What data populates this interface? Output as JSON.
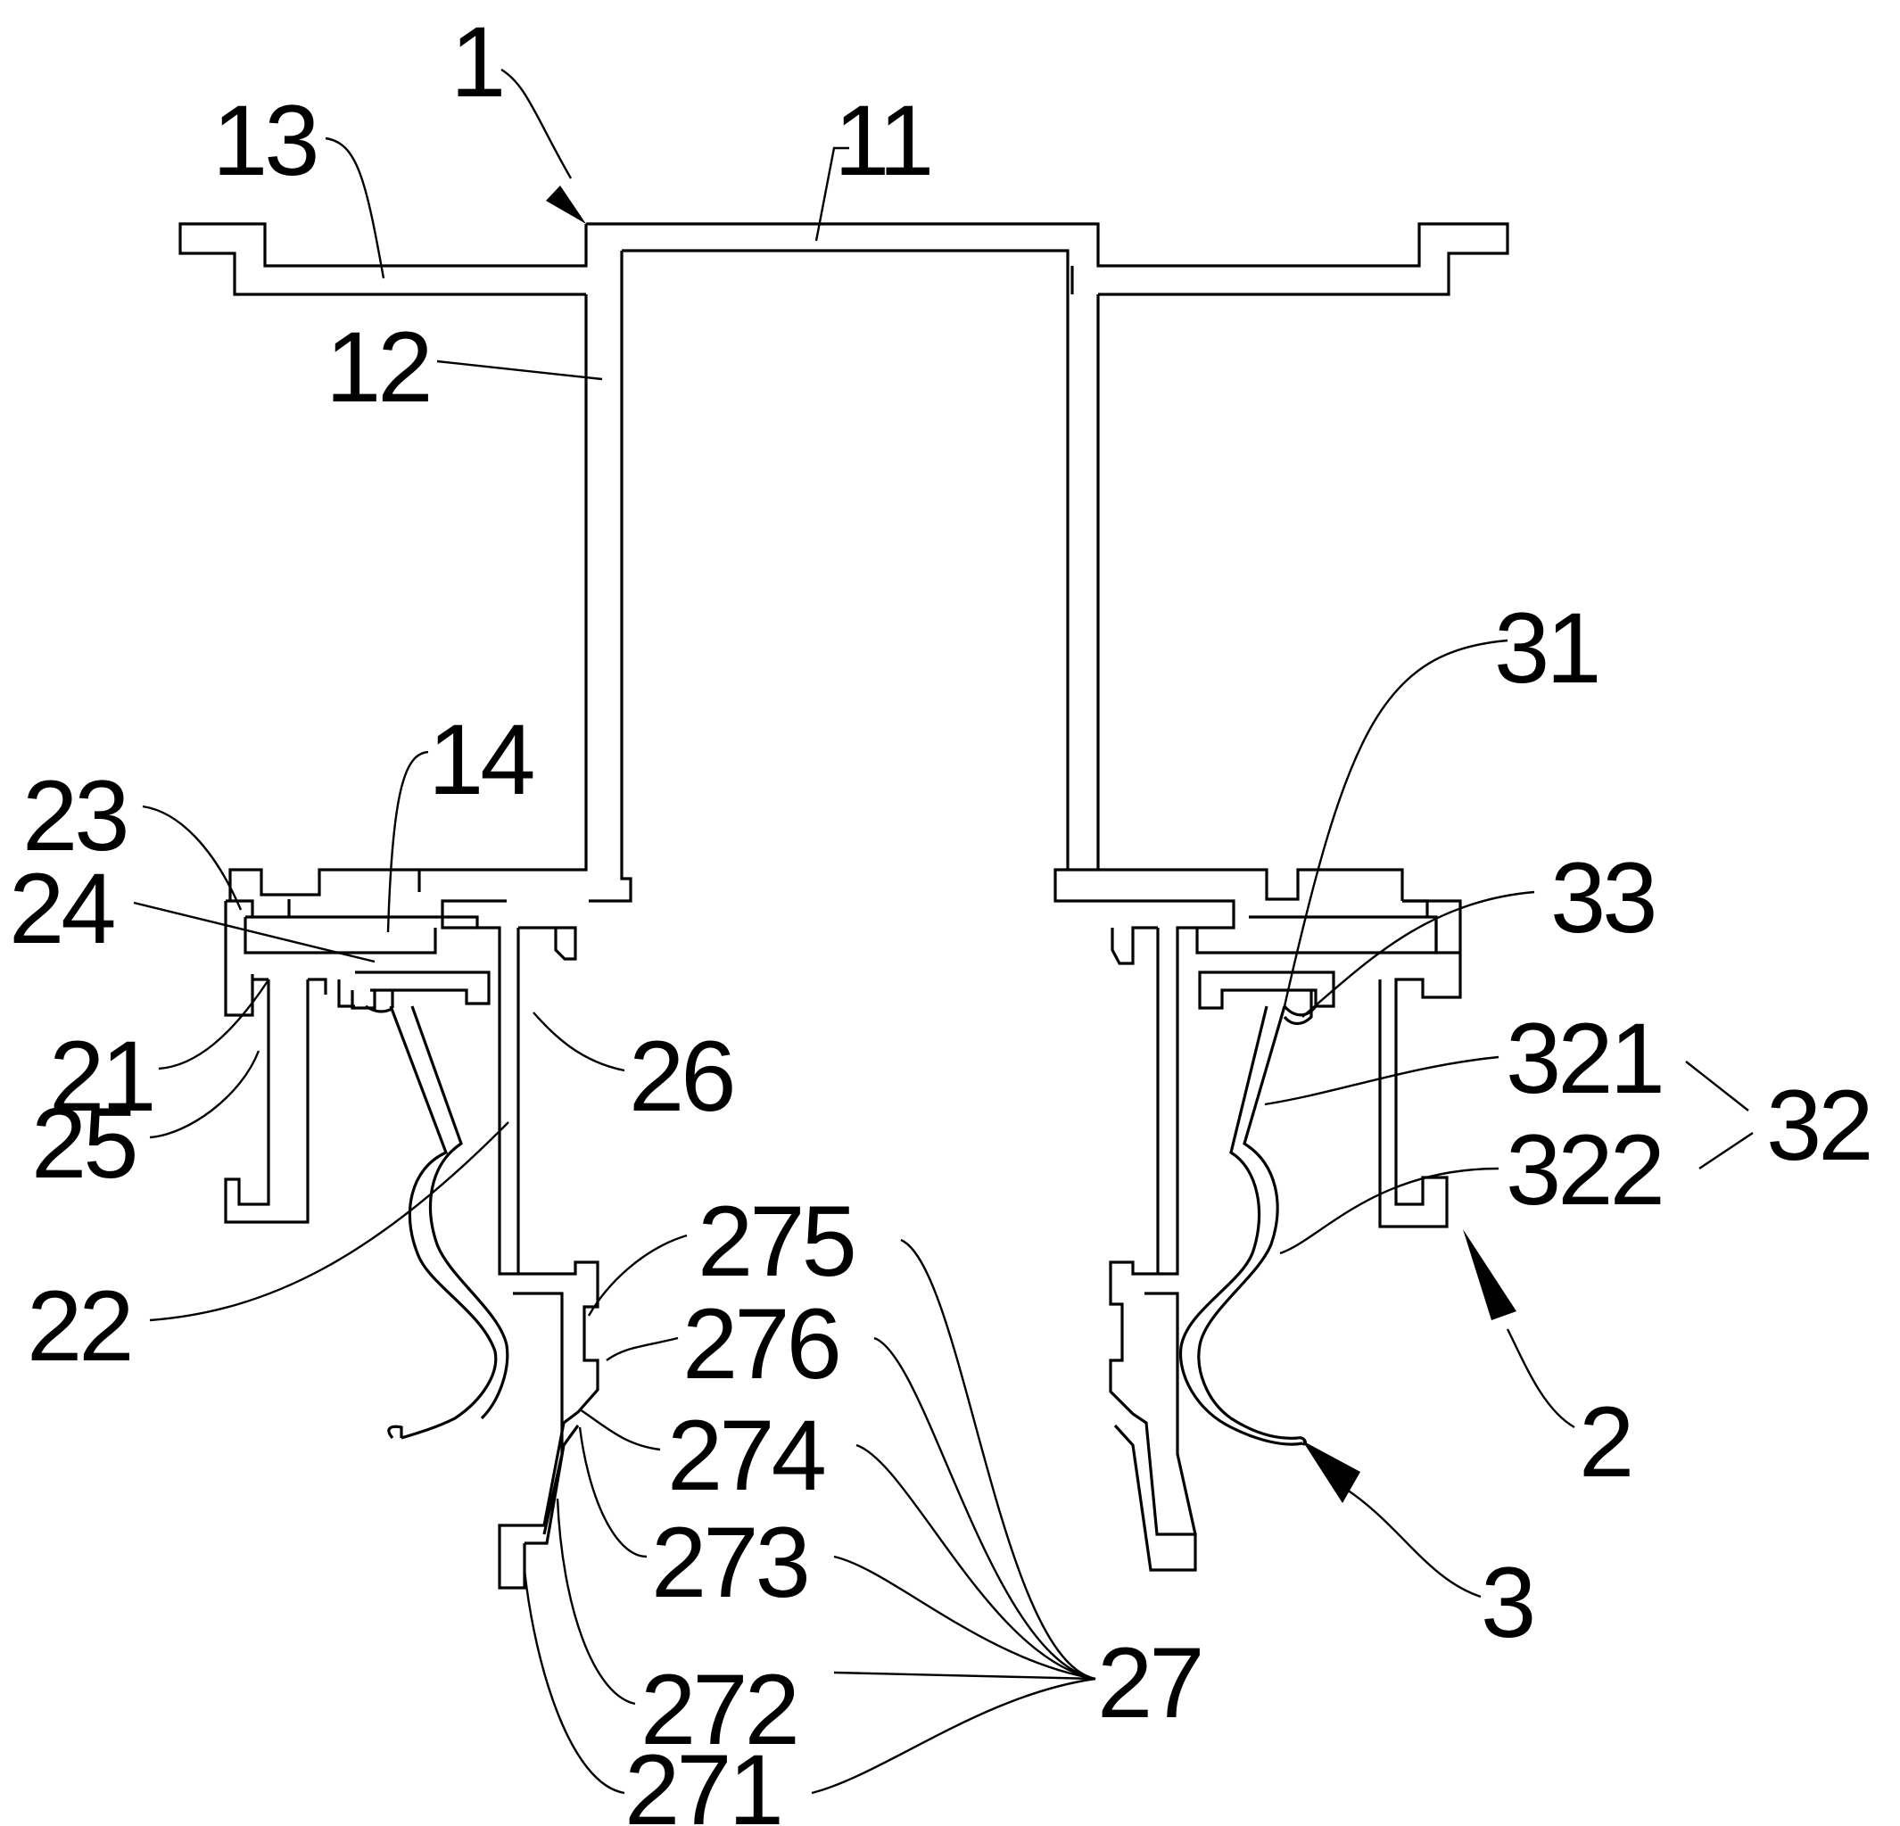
{
  "figure": {
    "labels": {
      "l1": "1",
      "l11": "11",
      "l12": "12",
      "l13": "13",
      "l14": "14",
      "l2": "2",
      "l21": "21",
      "l22": "22",
      "l23": "23",
      "l24": "24",
      "l25": "25",
      "l26": "26",
      "l27": "27",
      "l271": "271",
      "l272": "272",
      "l273": "273",
      "l274": "274",
      "l275": "275",
      "l276": "276",
      "l3": "3",
      "l31": "31",
      "l32": "32",
      "l321": "321",
      "l322": "322",
      "l33": "33"
    }
  }
}
